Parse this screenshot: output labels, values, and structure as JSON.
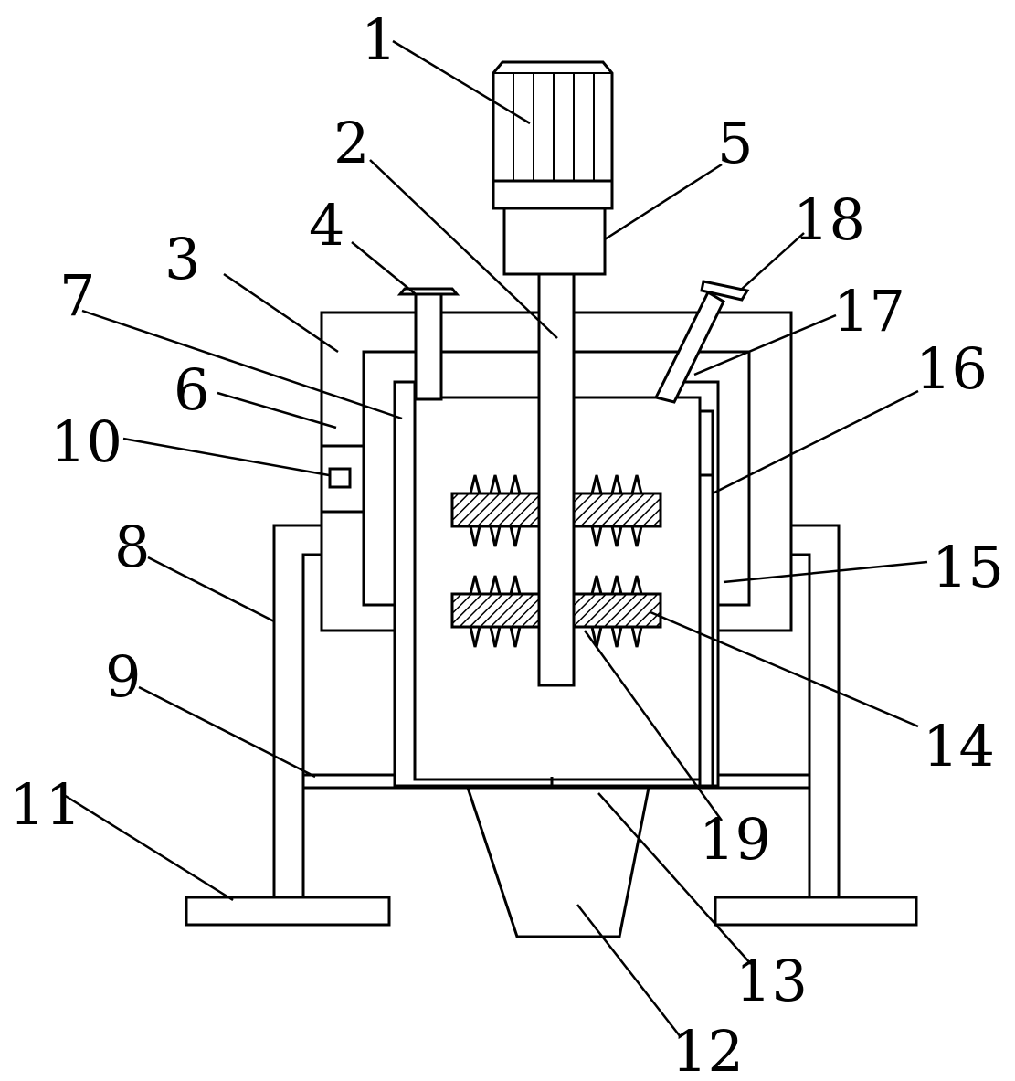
{
  "figure": {
    "labels": [
      {
        "id": "1",
        "text": "1"
      },
      {
        "id": "2",
        "text": "2"
      },
      {
        "id": "3",
        "text": "3"
      },
      {
        "id": "4",
        "text": "4"
      },
      {
        "id": "5",
        "text": "5"
      },
      {
        "id": "6",
        "text": "6"
      },
      {
        "id": "7",
        "text": "7"
      },
      {
        "id": "8",
        "text": "8"
      },
      {
        "id": "9",
        "text": "9"
      },
      {
        "id": "10",
        "text": "10"
      },
      {
        "id": "11",
        "text": "11"
      },
      {
        "id": "12",
        "text": "12"
      },
      {
        "id": "13",
        "text": "13"
      },
      {
        "id": "14",
        "text": "14"
      },
      {
        "id": "15",
        "text": "15"
      },
      {
        "id": "16",
        "text": "16"
      },
      {
        "id": "17",
        "text": "17"
      },
      {
        "id": "18",
        "text": "18"
      },
      {
        "id": "19",
        "text": "19"
      }
    ]
  }
}
